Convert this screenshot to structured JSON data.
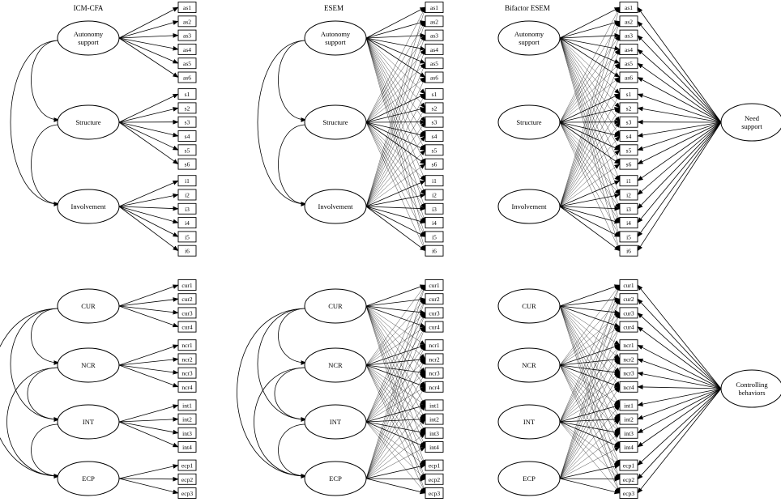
{
  "panels": [
    {
      "id": "cfa-need",
      "title": "ICM-CFA",
      "type": "cfa",
      "factors": [
        {
          "label": [
            "Autonomy",
            "support"
          ],
          "items": [
            "as1",
            "as2",
            "as3",
            "as4",
            "as5",
            "as6"
          ]
        },
        {
          "label": [
            "Structure"
          ],
          "items": [
            "s1",
            "s2",
            "s3",
            "s4",
            "s5",
            "s6"
          ]
        },
        {
          "label": [
            "Involvement"
          ],
          "items": [
            "i1",
            "i2",
            "i3",
            "i4",
            "i5",
            "i6"
          ]
        }
      ]
    },
    {
      "id": "esem-need",
      "title": "ESEM",
      "type": "esem",
      "factors": [
        {
          "label": [
            "Autonomy",
            "support"
          ],
          "items": [
            "as1",
            "as2",
            "as3",
            "as4",
            "as5",
            "as6"
          ]
        },
        {
          "label": [
            "Structure"
          ],
          "items": [
            "s1",
            "s2",
            "s3",
            "s4",
            "s5",
            "s6"
          ]
        },
        {
          "label": [
            "Involvement"
          ],
          "items": [
            "i1",
            "i2",
            "i3",
            "i4",
            "i5",
            "i6"
          ]
        }
      ]
    },
    {
      "id": "bifactor-need",
      "title": "Bifactor ESEM",
      "type": "bifactor",
      "general_factor": [
        "Need",
        "support"
      ],
      "factors": [
        {
          "label": [
            "Autonomy",
            "support"
          ],
          "items": [
            "as1",
            "as2",
            "as3",
            "as4",
            "as5",
            "as6"
          ]
        },
        {
          "label": [
            "Structure"
          ],
          "items": [
            "s1",
            "s2",
            "s3",
            "s4",
            "s5",
            "s6"
          ]
        },
        {
          "label": [
            "Involvement"
          ],
          "items": [
            "i1",
            "i2",
            "i3",
            "i4",
            "i5",
            "i6"
          ]
        }
      ]
    },
    {
      "id": "cfa-control",
      "title": "",
      "type": "cfa",
      "factors": [
        {
          "label": [
            "CUR"
          ],
          "items": [
            "cur1",
            "cur2",
            "cur3",
            "cur4"
          ]
        },
        {
          "label": [
            "NCR"
          ],
          "items": [
            "ncr1",
            "ncr2",
            "ncr3",
            "ncr4"
          ]
        },
        {
          "label": [
            "INT"
          ],
          "items": [
            "int1",
            "int2",
            "int3",
            "int4"
          ]
        },
        {
          "label": [
            "ECP"
          ],
          "items": [
            "ecp1",
            "ecp2",
            "ecp3"
          ]
        }
      ]
    },
    {
      "id": "esem-control",
      "title": "",
      "type": "esem",
      "factors": [
        {
          "label": [
            "CUR"
          ],
          "items": [
            "cur1",
            "cur2",
            "cur3",
            "cur4"
          ]
        },
        {
          "label": [
            "NCR"
          ],
          "items": [
            "ncr1",
            "ncr2",
            "ncr3",
            "ncr4"
          ]
        },
        {
          "label": [
            "INT"
          ],
          "items": [
            "int1",
            "int2",
            "int3",
            "int4"
          ]
        },
        {
          "label": [
            "ECP"
          ],
          "items": [
            "ecp1",
            "ecp2",
            "ecp3"
          ]
        }
      ]
    },
    {
      "id": "bifactor-control",
      "title": "",
      "type": "bifactor",
      "general_factor": [
        "Controlling",
        "behaviors"
      ],
      "factors": [
        {
          "label": [
            "CUR"
          ],
          "items": [
            "cur1",
            "cur2",
            "cur3",
            "cur4"
          ]
        },
        {
          "label": [
            "NCR"
          ],
          "items": [
            "ncr1",
            "ncr2",
            "ncr3",
            "ncr4"
          ]
        },
        {
          "label": [
            "INT"
          ],
          "items": [
            "int1",
            "int2",
            "int3",
            "int4"
          ]
        },
        {
          "label": [
            "ECP"
          ],
          "items": [
            "ecp1",
            "ecp2",
            "ecp3"
          ]
        }
      ]
    }
  ]
}
